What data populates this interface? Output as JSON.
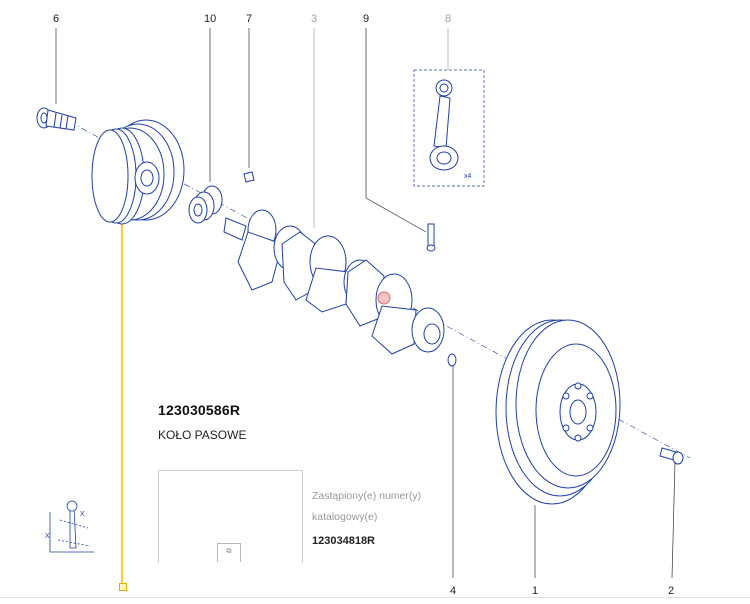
{
  "callouts": [
    {
      "id": "c6",
      "label": "6",
      "style": "dark"
    },
    {
      "id": "c10",
      "label": "10",
      "style": "dark"
    },
    {
      "id": "c7",
      "label": "7",
      "style": "dark"
    },
    {
      "id": "c3",
      "label": "3",
      "style": "gray"
    },
    {
      "id": "c9",
      "label": "9",
      "style": "dark"
    },
    {
      "id": "c8",
      "label": "8",
      "style": "gray"
    },
    {
      "id": "c4",
      "label": "4",
      "style": "dark"
    },
    {
      "id": "c1",
      "label": "1",
      "style": "dark"
    },
    {
      "id": "c2",
      "label": "2",
      "style": "dark"
    }
  ],
  "rod_quantity": "x4",
  "selected_part": {
    "number": "123030586R",
    "name": "KOŁO PASOWE"
  },
  "replaced_by": {
    "line1": "Zastąpiony(e) numer(y)",
    "line2": "katalogowy(e)",
    "number": "123034818R"
  },
  "torque_icon_letters": [
    "X",
    "X"
  ],
  "colors": {
    "line_art": "#1f3fa6",
    "highlight": "#f2c200",
    "callout_gray": "#9aa3b8"
  }
}
